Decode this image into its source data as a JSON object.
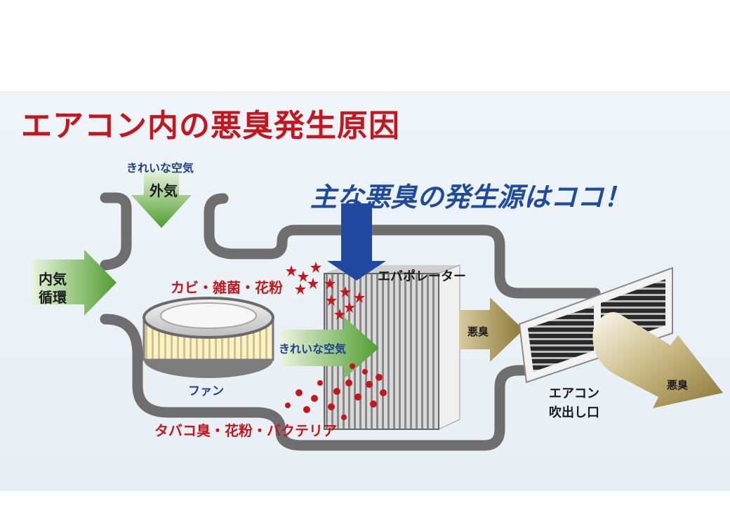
{
  "title": "エアコン内の悪臭発生原因",
  "headline": "主な悪臭の発生源はココ！",
  "labels": {
    "clean_air_top": "きれいな空気",
    "outside_air": "外気",
    "inside_air_line1": "内気",
    "inside_air_line2": "循環",
    "mold_bacteria_pollen": "カビ・雑菌・花粉",
    "fan": "ファン",
    "clean_air_mid": "きれいな空気",
    "tobacco_pollen_bacteria": "タバコ臭・花粉・バクテリア",
    "evaporator": "エバポレーター",
    "odor_mid": "悪臭",
    "odor_out": "悪臭",
    "vent_line1": "エアコン",
    "vent_line2": "吹出し口"
  },
  "colors": {
    "title_red": "#c4161c",
    "headline_blue": "#1f4aa0",
    "duct_gray": "#6e6e6e",
    "green_arrow": "#5fae3c",
    "odor_brown": "#a08b4f"
  }
}
